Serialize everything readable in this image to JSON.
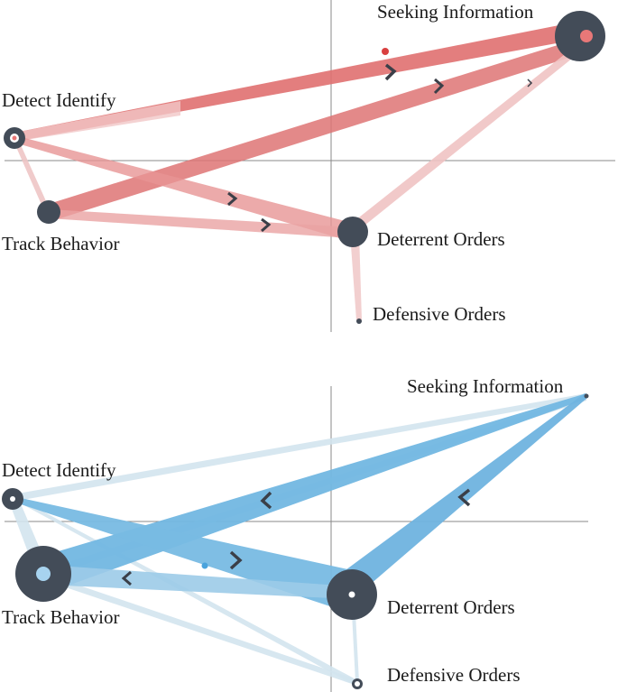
{
  "diagrams": [
    {
      "id": "top",
      "color": "#dc5e5c",
      "light_color": "#eec0c0",
      "nodes": [
        {
          "id": "seeking_information",
          "label": "Seeking Information"
        },
        {
          "id": "detect_identify",
          "label": "Detect Identify"
        },
        {
          "id": "track_behavior",
          "label": "Track Behavior"
        },
        {
          "id": "deterrent_orders",
          "label": "Deterrent Orders"
        },
        {
          "id": "defensive_orders",
          "label": "Defensive Orders"
        }
      ]
    },
    {
      "id": "bottom",
      "color": "#6fb6e2",
      "light_color": "#cfe3ee",
      "nodes": [
        {
          "id": "seeking_information",
          "label": "Seeking Information"
        },
        {
          "id": "detect_identify",
          "label": "Detect Identify"
        },
        {
          "id": "track_behavior",
          "label": "Track Behavior"
        },
        {
          "id": "deterrent_orders",
          "label": "Deterrent Orders"
        },
        {
          "id": "defensive_orders",
          "label": "Defensive Orders"
        }
      ]
    }
  ],
  "colors": {
    "node": "#434c58",
    "axis": "#888888",
    "chevron": "#3b3f48"
  }
}
